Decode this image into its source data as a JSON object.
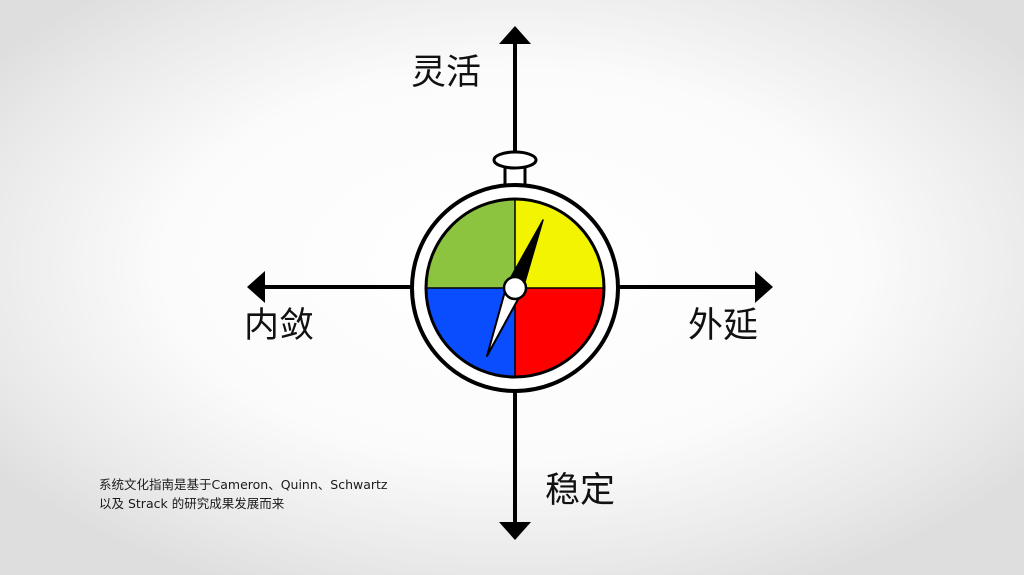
{
  "axes": {
    "top": "灵活",
    "bottom": "稳定",
    "left": "内敛",
    "right": "外延"
  },
  "quadrant_colors": {
    "top_left": "#8dc43f",
    "top_right": "#f3f400",
    "bottom_left": "#0a4dff",
    "bottom_right": "#ff0000"
  },
  "caption": {
    "line1": "系统文化指南是基于Cameron、Quinn、Schwartz",
    "line2": "以及 Strack 的研究成果发展而来"
  }
}
